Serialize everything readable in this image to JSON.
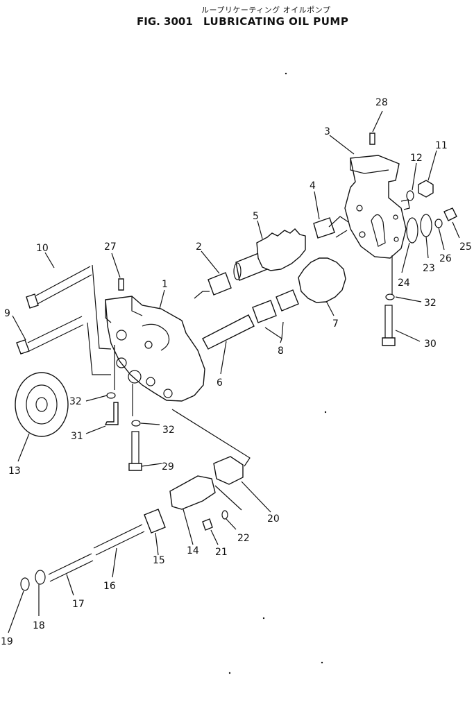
{
  "header": {
    "jp_title": "ループリケーティング オイルポンプ",
    "fig_no": "FIG. 3001",
    "title": "LUBRICATING OIL PUMP"
  },
  "parts": [
    {
      "no": "1"
    },
    {
      "no": "2"
    },
    {
      "no": "3"
    },
    {
      "no": "4"
    },
    {
      "no": "5"
    },
    {
      "no": "6"
    },
    {
      "no": "7"
    },
    {
      "no": "8"
    },
    {
      "no": "9"
    },
    {
      "no": "10"
    },
    {
      "no": "11"
    },
    {
      "no": "12"
    },
    {
      "no": "13"
    },
    {
      "no": "14"
    },
    {
      "no": "15"
    },
    {
      "no": "16"
    },
    {
      "no": "17"
    },
    {
      "no": "18"
    },
    {
      "no": "19"
    },
    {
      "no": "20"
    },
    {
      "no": "21"
    },
    {
      "no": "22"
    },
    {
      "no": "23"
    },
    {
      "no": "24"
    },
    {
      "no": "25"
    },
    {
      "no": "26"
    },
    {
      "no": "27"
    },
    {
      "no": "28"
    },
    {
      "no": "29"
    },
    {
      "no": "30"
    },
    {
      "no": "31"
    },
    {
      "no": "32"
    }
  ]
}
